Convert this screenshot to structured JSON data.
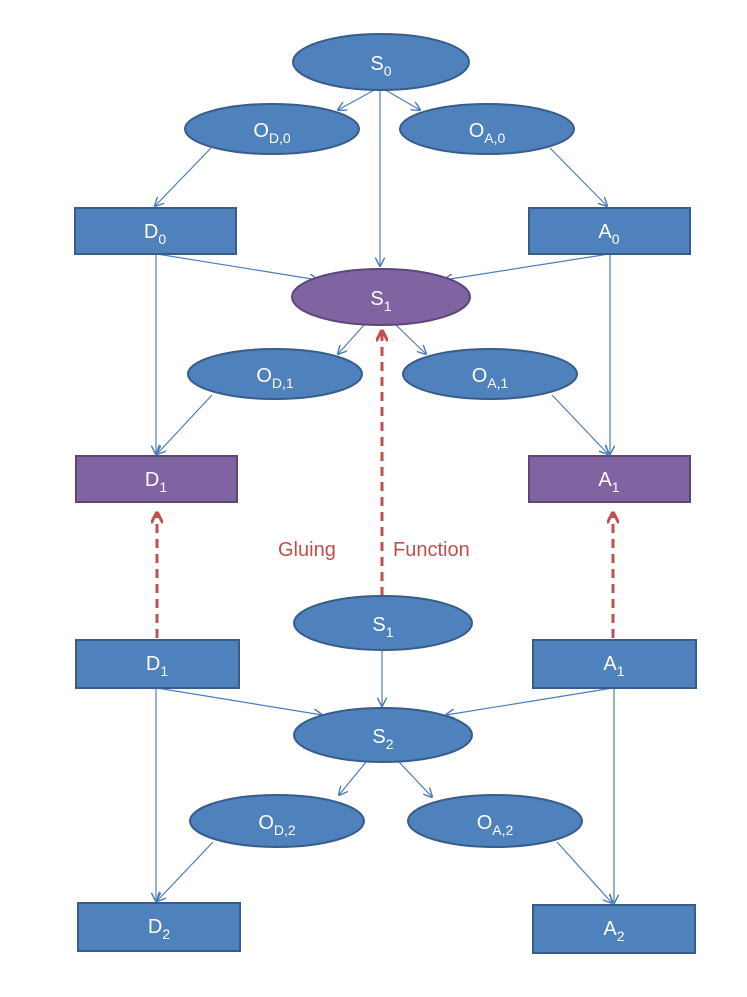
{
  "colors": {
    "node_blue": "#4f81bd",
    "node_blue_border": "#385d8a",
    "node_purple": "#8064a2",
    "node_purple_border": "#5c4776",
    "edge": "#4a7ebb",
    "glue": "#c0504d"
  },
  "nodes": {
    "s0": {
      "main": "S",
      "sub": "0"
    },
    "od0": {
      "main": "O",
      "sub": "D,0"
    },
    "oa0": {
      "main": "O",
      "sub": "A,0"
    },
    "d0": {
      "main": "D",
      "sub": "0"
    },
    "a0": {
      "main": "A",
      "sub": "0"
    },
    "s1_top": {
      "main": "S",
      "sub": "1"
    },
    "od1": {
      "main": "O",
      "sub": "D,1"
    },
    "oa1": {
      "main": "O",
      "sub": "A,1"
    },
    "d1_top": {
      "main": "D",
      "sub": "1"
    },
    "a1_top": {
      "main": "A",
      "sub": "1"
    },
    "s1_bottom": {
      "main": "S",
      "sub": "1"
    },
    "d1_bottom": {
      "main": "D",
      "sub": "1"
    },
    "a1_bottom": {
      "main": "A",
      "sub": "1"
    },
    "s2": {
      "main": "S",
      "sub": "2"
    },
    "od2": {
      "main": "O",
      "sub": "D,2"
    },
    "oa2": {
      "main": "O",
      "sub": "A,2"
    },
    "d2": {
      "main": "D",
      "sub": "2"
    },
    "a2": {
      "main": "A",
      "sub": "2"
    }
  },
  "labels": {
    "gluing": "Gluing",
    "function": "Function"
  }
}
